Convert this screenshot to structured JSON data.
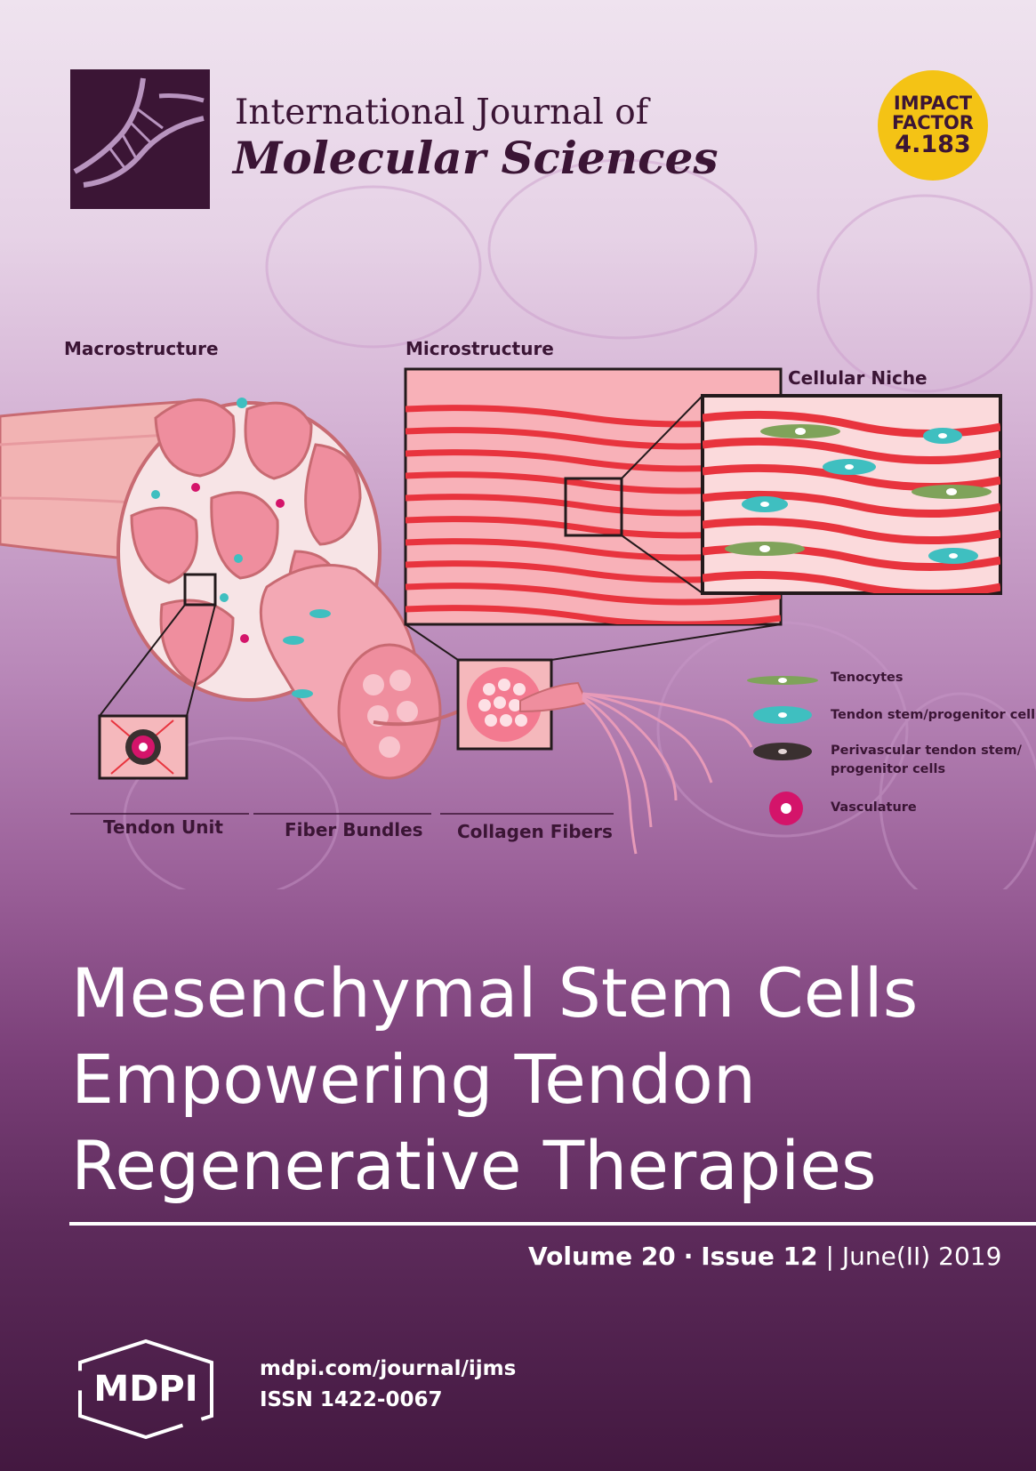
{
  "journal": {
    "name_line1": "International Journal of",
    "name_line2": "Molecular Sciences"
  },
  "impact_factor": {
    "line1": "IMPACT",
    "line2": "FACTOR",
    "value": "4.183"
  },
  "diagram": {
    "macrostructure": "Macrostructure",
    "microstructure": "Microstructure",
    "cellular_niche": "Cellular Niche",
    "tendon_unit": "Tendon Unit",
    "fiber_bundles": "Fiber Bundles",
    "collagen_fibers": "Collagen Fibers",
    "legend": {
      "tenocytes": "Tenocytes",
      "tspc": "Tendon stem/progenitor cells",
      "perivascular_line1": "Perivascular tendon stem/",
      "perivascular_line2": "progenitor cells",
      "vasculature": "Vasculature"
    },
    "colors": {
      "tenocyte": "#7fa35a",
      "stem_cell": "#3fbfc0",
      "perivascular": "#3a3030",
      "vasculature": "#d4146a",
      "collagen": "#e8343e"
    }
  },
  "title": {
    "line1": "Mesenchymal Stem Cells",
    "line2": "Empowering Tendon",
    "line3": "Regenerative Therapies"
  },
  "issue": {
    "volume": "Volume 20",
    "separator": "·",
    "issue": "Issue 12",
    "divider": "|",
    "date": "June(II) 2019"
  },
  "publisher": {
    "logo_text": "MDPI",
    "url": "mdpi.com/journal/ijms",
    "issn": "ISSN 1422-0067"
  }
}
